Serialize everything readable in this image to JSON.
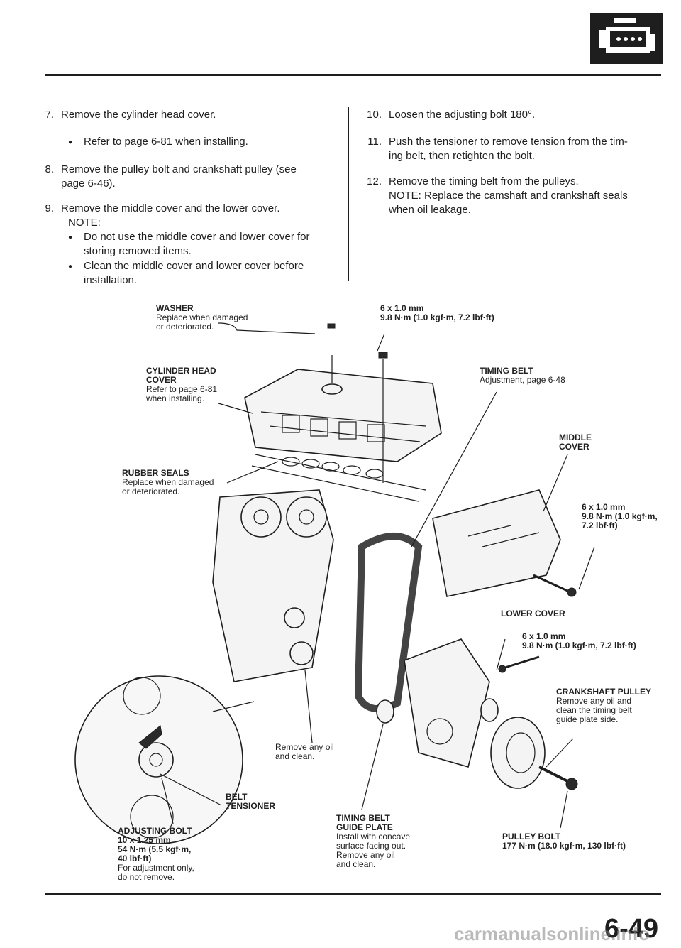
{
  "header": {
    "icon": "engine-icon"
  },
  "steps_left": [
    {
      "num": "7.",
      "text": "Remove the cylinder head cover.",
      "bullets": [
        "Refer to page 6-81 when installing."
      ]
    },
    {
      "num": "8.",
      "lines": [
        "Remove the pulley bolt and crankshaft pulley (see",
        "page 6-46)."
      ]
    },
    {
      "num": "9.",
      "text": "Remove the middle cover and the lower cover.",
      "note": "NOTE:",
      "bullets": [
        [
          "Do not use the middle cover and lower cover for",
          "storing removed items."
        ],
        [
          "Clean the middle cover and lower cover before",
          "installation."
        ]
      ]
    }
  ],
  "steps_right": [
    {
      "num": "10.",
      "text": "Loosen the adjusting bolt 180°."
    },
    {
      "num": "11.",
      "lines": [
        "Push the tensioner to remove tension from the tim-",
        "ing belt, then retighten the bolt."
      ]
    },
    {
      "num": "12.",
      "text": "Remove the timing belt from the pulleys.",
      "note_lines": [
        "NOTE: Replace the camshaft and crankshaft seals",
        "when oil leakage."
      ]
    }
  ],
  "labels": {
    "washer": {
      "title": "WASHER",
      "lines": [
        "Replace when damaged",
        "or deteriorated."
      ]
    },
    "head_cover": {
      "title_lines": [
        "CYLINDER HEAD",
        "COVER"
      ],
      "lines": [
        "Refer to page 6-81",
        "when installing."
      ]
    },
    "rubber_seals": {
      "title": "RUBBER SEALS",
      "lines": [
        "Replace when damaged",
        "or deteriorated."
      ]
    },
    "bolt_top": {
      "lines": [
        "6 x 1.0 mm",
        "9.8 N·m (1.0 kgf·m, 7.2 lbf·ft)"
      ]
    },
    "timing_belt": {
      "title": "TIMING BELT",
      "lines": [
        "Adjustment, page 6-48"
      ]
    },
    "middle_cover": {
      "title_lines": [
        "MIDDLE",
        "COVER"
      ]
    },
    "bolt_middle": {
      "lines": [
        "6 x 1.0 mm",
        "9.8 N·m (1.0 kgf·m,",
        "7.2 lbf·ft)"
      ]
    },
    "lower_cover": {
      "title": "LOWER COVER"
    },
    "bolt_lower": {
      "lines": [
        "6 x 1.0 mm",
        "9.8 N·m (1.0 kgf·m, 7.2 lbf·ft)"
      ]
    },
    "crank_pulley": {
      "title": "CRANKSHAFT PULLEY",
      "lines": [
        "Remove any oil and",
        "clean the timing belt",
        "guide plate side."
      ]
    },
    "remove_oil": {
      "lines": [
        "Remove any oil",
        "and clean."
      ]
    },
    "belt_tensioner": {
      "title_lines": [
        "BELT",
        "TENSIONER"
      ]
    },
    "adjusting_bolt": {
      "title": "ADJUSTING BOLT",
      "bold_lines": [
        "10 x 1.25 mm",
        "54 N·m (5.5 kgf·m,",
        "40 lbf·ft)"
      ],
      "lines": [
        "For adjustment only,",
        "do not remove."
      ]
    },
    "guide_plate": {
      "title_lines": [
        "TIMING BELT",
        "GUIDE PLATE"
      ],
      "lines": [
        "Install with concave",
        "surface facing out.",
        "Remove any oil",
        "and clean."
      ]
    },
    "pulley_bolt": {
      "title": "PULLEY BOLT",
      "lines": [
        "177 N·m (18.0 kgf·m, 130 lbf·ft)"
      ]
    }
  },
  "page_number": "6-49",
  "watermark": "carmanualsonline.info"
}
